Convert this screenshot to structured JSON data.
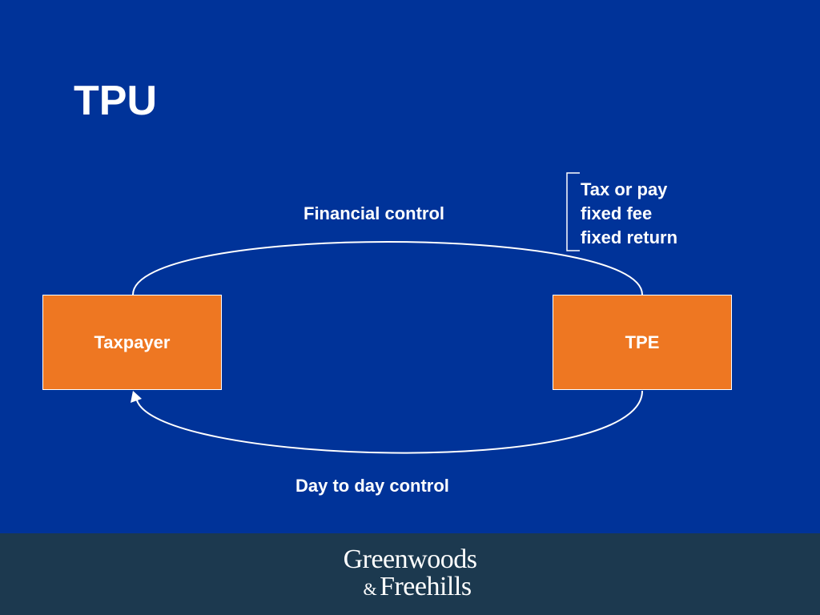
{
  "slide": {
    "title": "TPU"
  },
  "diagram": {
    "nodes": [
      {
        "id": "taxpayer",
        "label": "Taxpayer"
      },
      {
        "id": "tpe",
        "label": "TPE"
      }
    ],
    "edges": [
      {
        "from": "taxpayer",
        "to": "tpe",
        "label": "Financial control"
      },
      {
        "from": "tpe",
        "to": "taxpayer",
        "label": "Day to day control",
        "arrowhead": "taxpayer"
      }
    ],
    "note": {
      "lines": [
        "Tax or pay",
        "fixed fee",
        "fixed return"
      ]
    }
  },
  "footer": {
    "logo_line1": "Greenwoods",
    "logo_amp": "&",
    "logo_line2": "Freehills"
  },
  "colors": {
    "background": "#003399",
    "box_fill": "#ee7722",
    "footer": "#1c394f",
    "text": "#ffffff"
  }
}
